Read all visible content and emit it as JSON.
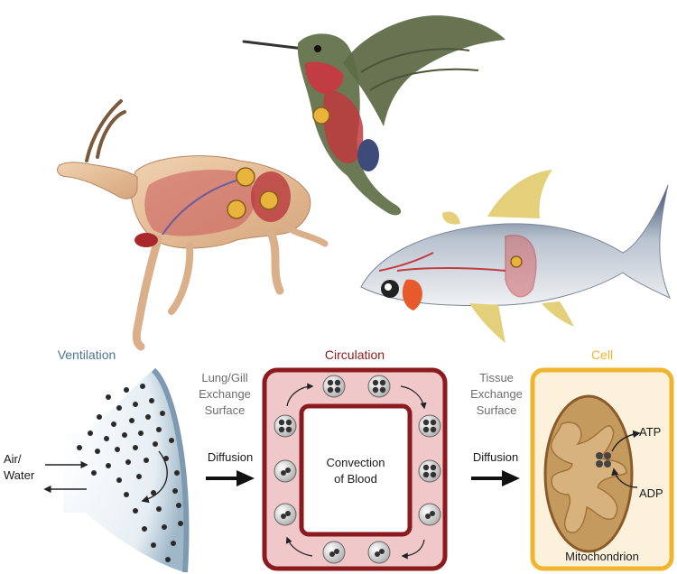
{
  "sections": {
    "ventilation": {
      "title": "Ventilation",
      "color": "#4a7590"
    },
    "circulation": {
      "title": "Circulation",
      "color": "#8b1a1f"
    },
    "cell": {
      "title": "Cell",
      "color": "#f0b530"
    }
  },
  "labels": {
    "air_water": "Air/\nWater",
    "lung_gill": "Lung/Gill\nExchange\nSurface",
    "diffusion_1": "Diffusion",
    "convection": "Convection\nof Blood",
    "tissue_exchange": "Tissue\nExchange\nSurface",
    "diffusion_2": "Diffusion",
    "atp": "ATP",
    "adp": "ADP",
    "mitochondrion": "Mitochondrion"
  },
  "colors": {
    "gray_text": "#6e6e6e",
    "text": "#1a1a1a",
    "blood_fill": "#f1c8ca",
    "mito_fill": "#c59a5e"
  }
}
